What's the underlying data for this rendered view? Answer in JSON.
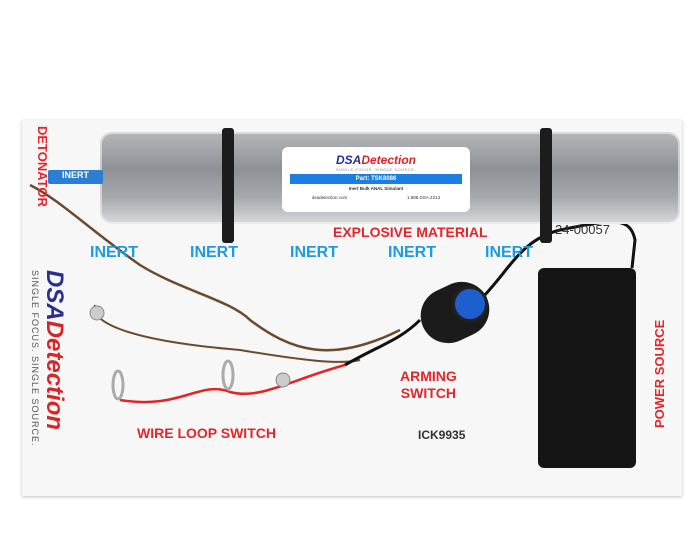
{
  "label": {
    "brand_part1": "DSA",
    "brand_part2": "Detection",
    "tagline": "SINGLE FOCUS. SINGLE SOURCE.",
    "part": "Part: TSK8086",
    "description": "Inert Bulk ANAL Simulant",
    "website": "dsadetection.com",
    "phone": "1.888.DSA.3213"
  },
  "board": {
    "detonator": "DETONATOR",
    "detonator_tag": "INERT",
    "inert_labels": [
      "INERT",
      "INERT",
      "INERT",
      "INERT",
      "INERT"
    ],
    "explosive": "EXPLOSIVE MATERIAL",
    "serial": "24-00057",
    "arming": "ARMING",
    "switch": "SWITCH",
    "wire_loop": "WIRE LOOP SWITCH",
    "kit_id": "ICK9935",
    "power": "POWER SOURCE",
    "side_brand_part1": "DSA",
    "side_brand_part2": "Detection",
    "side_tagline": "SINGLE FOCUS. SINGLE SOURCE."
  },
  "colors": {
    "red": "#e3262a",
    "blue": "#1e9be0",
    "navy": "#2a2f8f"
  }
}
